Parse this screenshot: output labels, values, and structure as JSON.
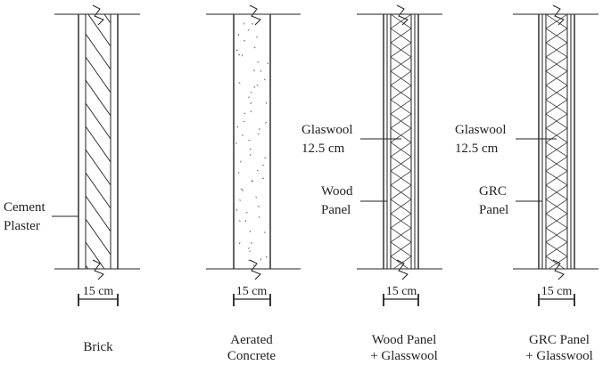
{
  "walls": [
    {
      "caption": [
        "Brick"
      ],
      "labels": [
        {
          "lines": [
            "Cement",
            "Plaster"
          ]
        }
      ],
      "dimension": "15 cm"
    },
    {
      "caption": [
        "Aerated",
        "Concrete"
      ],
      "labels": [],
      "dimension": "15 cm"
    },
    {
      "caption": [
        "Wood Panel",
        "+ Glasswool"
      ],
      "labels": [
        {
          "lines": [
            "Glaswool",
            "12.5 cm"
          ]
        },
        {
          "lines": [
            "Wood",
            "Panel"
          ]
        }
      ],
      "dimension": "15 cm"
    },
    {
      "caption": [
        "GRC Panel",
        "+ Glasswool"
      ],
      "labels": [
        {
          "lines": [
            "Glaswool",
            "12.5 cm"
          ]
        },
        {
          "lines": [
            "GRC",
            "Panel"
          ]
        }
      ],
      "dimension": "15 cm"
    }
  ]
}
